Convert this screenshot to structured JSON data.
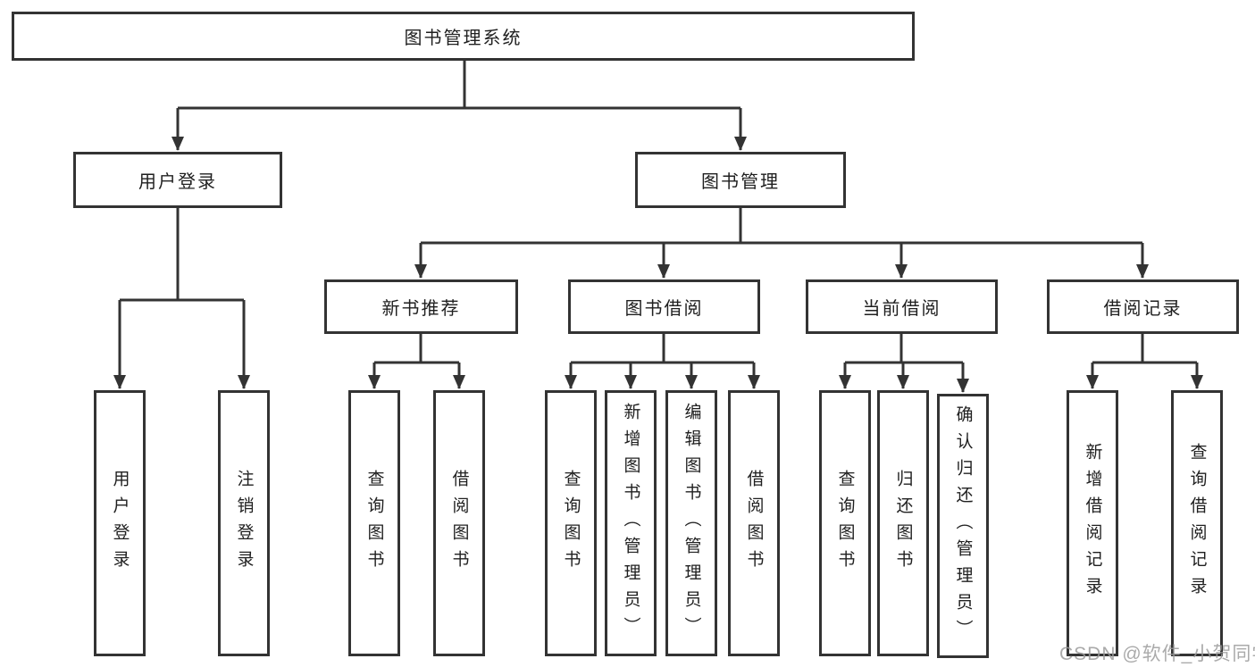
{
  "title_node": "图书管理系统",
  "branches": {
    "user_login": {
      "label": "用户登录",
      "children": [
        "用户登录",
        "注销登录"
      ]
    },
    "book_mgmt": {
      "label": "图书管理",
      "sections": {
        "new_books": {
          "label": "新书推荐",
          "children": [
            "查询图书",
            "借阅图书"
          ]
        },
        "book_borrow": {
          "label": "图书借阅",
          "children": [
            "查询图书",
            "新增图书（管理员）",
            "编辑图书（管理员）",
            "借阅图书"
          ]
        },
        "current_borrow": {
          "label": "当前借阅",
          "children": [
            "查询图书",
            "归还图书",
            "确认归还（管理员）"
          ]
        },
        "borrow_records": {
          "label": "借阅记录",
          "children": [
            "新增借阅记录",
            "查询借阅记录"
          ]
        }
      }
    }
  },
  "watermark": "CSDN @软件_小贺同学",
  "colors": {
    "line": "#333333",
    "box_border": "#333333",
    "text": "#1f1f1f",
    "background": "#ffffff",
    "watermark": "#9b9b9b"
  }
}
